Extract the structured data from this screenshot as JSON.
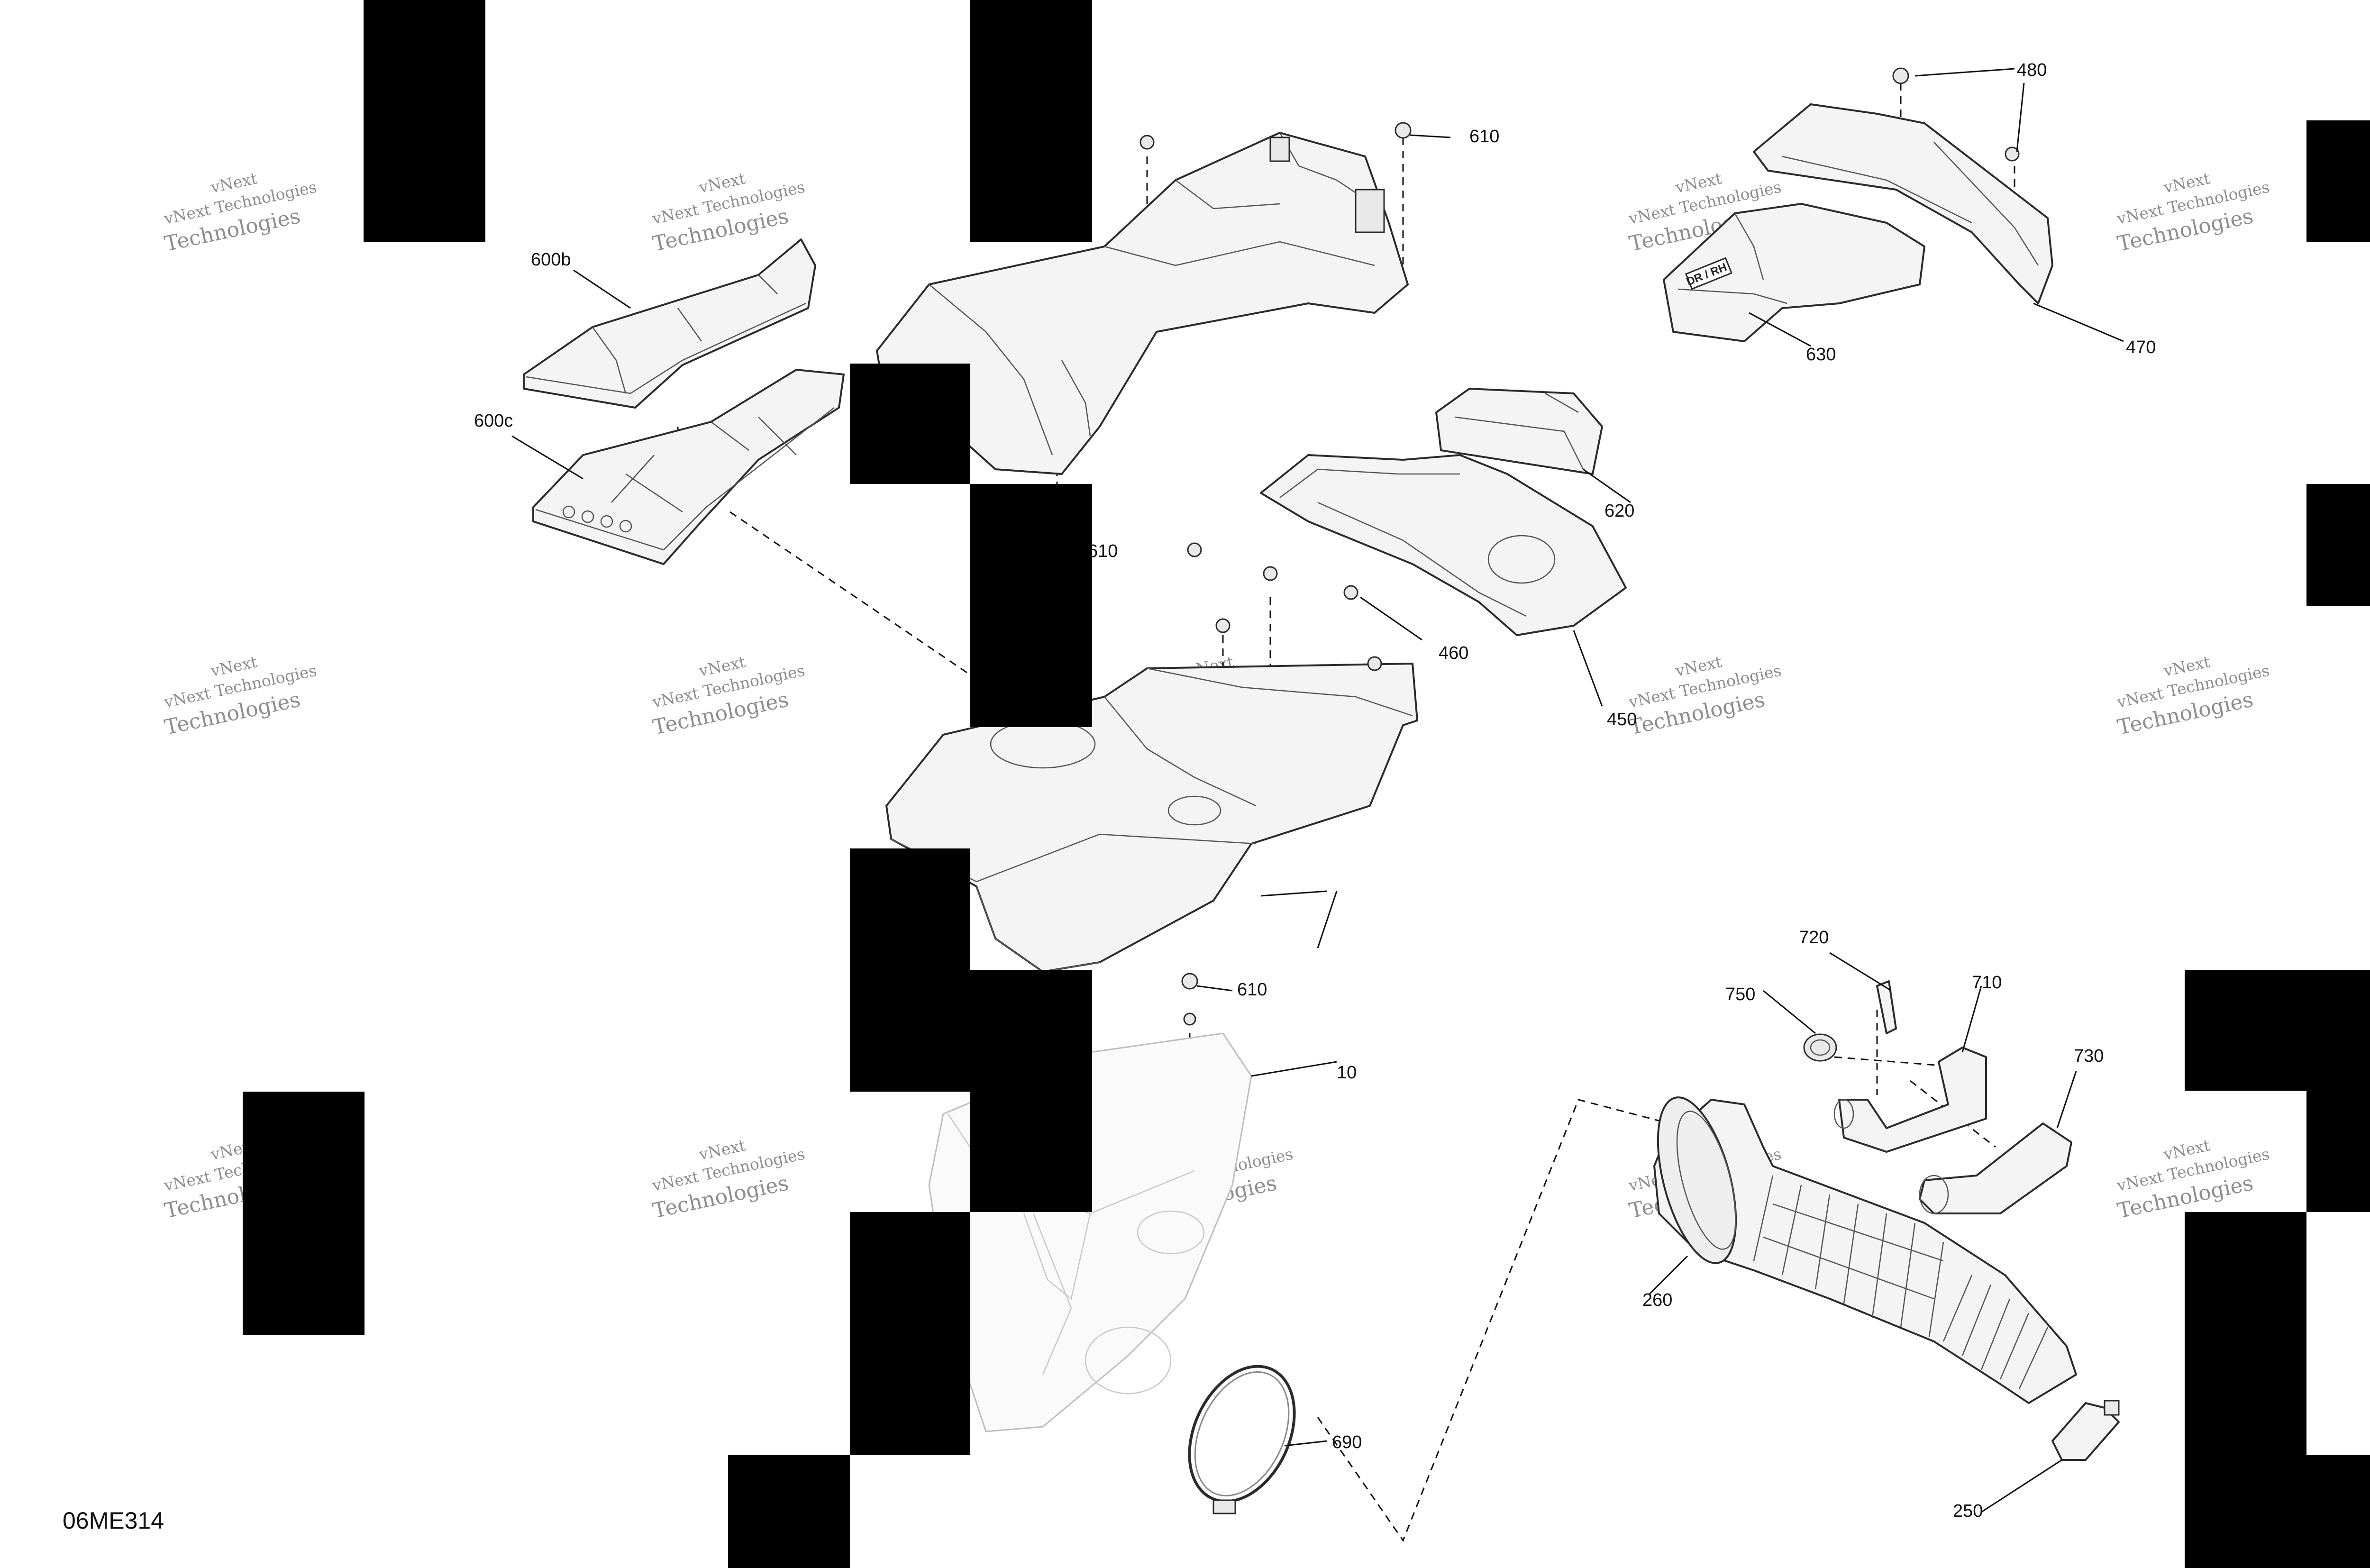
{
  "figure_id": "06ME314",
  "watermark": {
    "line1": "vNext",
    "line2": "vNext Technologies",
    "line3": "Technologies"
  },
  "callouts": [
    {
      "id": "c600b",
      "label": "600b"
    },
    {
      "id": "c600c",
      "label": "600c"
    },
    {
      "id": "c610a",
      "label": "610"
    },
    {
      "id": "c610b",
      "label": "610"
    },
    {
      "id": "c610c",
      "label": "610"
    },
    {
      "id": "c480",
      "label": "480"
    },
    {
      "id": "c470",
      "label": "470"
    },
    {
      "id": "c630",
      "label": "630"
    },
    {
      "id": "c620",
      "label": "620"
    },
    {
      "id": "c460",
      "label": "460"
    },
    {
      "id": "c450",
      "label": "450"
    },
    {
      "id": "c10",
      "label": "10"
    },
    {
      "id": "c720",
      "label": "720"
    },
    {
      "id": "c710",
      "label": "710"
    },
    {
      "id": "c750",
      "label": "750"
    },
    {
      "id": "c730",
      "label": "730"
    },
    {
      "id": "c260",
      "label": "260"
    },
    {
      "id": "c690",
      "label": "690"
    },
    {
      "id": "c250",
      "label": "250"
    }
  ],
  "part_marking": "DR / RH"
}
